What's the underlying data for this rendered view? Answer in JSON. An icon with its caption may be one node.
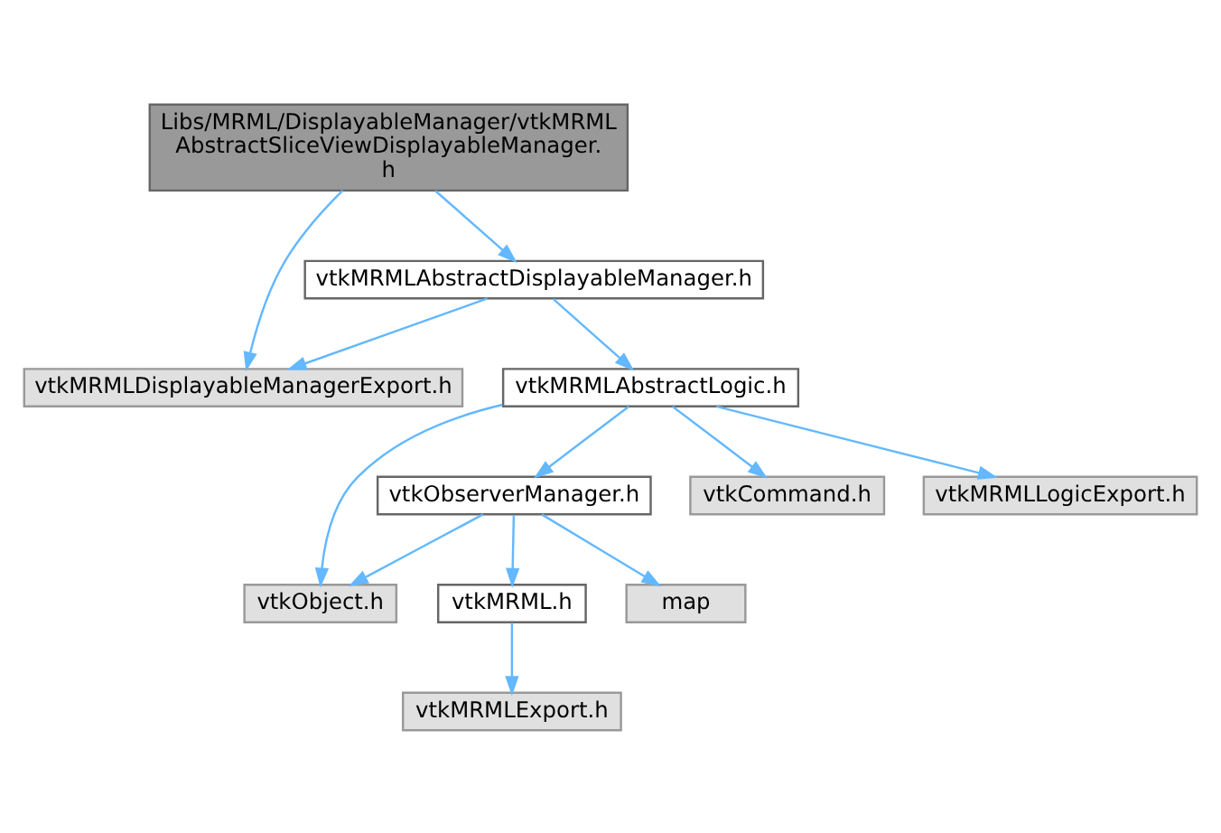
{
  "diagram": {
    "nodes": [
      {
        "text": [
          "Libs/MRML/DisplayableManager/vtkMRMLAbstractSliceViewDisplayableManager.h"
        ]
      },
      {
        "text": [
          "vtkMRMLAbstractDisplayableManager.h"
        ]
      },
      {
        "text": [
          "vtkMRMLDisplayableManagerExport.h"
        ]
      },
      {
        "text": [
          "vtkMRMLAbstractLogic.h"
        ]
      },
      {
        "text": [
          "vtkObserverManager.h"
        ]
      },
      {
        "text": [
          "vtkObject.h"
        ]
      },
      {
        "text": [
          "vtkCommand.h"
        ]
      },
      {
        "text": [
          "vtkMRMLLogicExport.h"
        ]
      },
      {
        "text": [
          "vtkMRML.h"
        ]
      },
      {
        "text": [
          "map"
        ]
      },
      {
        "text": [
          "vtkMRMLExport.h"
        ]
      }
    ],
    "edges": [
      {
        "from": 0,
        "to": 1,
        "arrow": "to"
      },
      {
        "from": 0,
        "to": 2,
        "arrow": "to"
      },
      {
        "from": 1,
        "to": 3,
        "arrow": "to"
      },
      {
        "from": 1,
        "to": 2,
        "arrow": "to"
      },
      {
        "from": 3,
        "to": 4,
        "arrow": "to"
      },
      {
        "from": 3,
        "to": 5,
        "arrow": "to"
      },
      {
        "from": 3,
        "to": 6,
        "arrow": "to"
      },
      {
        "from": 3,
        "to": 7,
        "arrow": "to"
      },
      {
        "from": 4,
        "to": 8,
        "arrow": "to"
      },
      {
        "from": 4,
        "to": 9,
        "arrow": "to"
      },
      {
        "from": 4,
        "to": 5,
        "arrow": "to"
      },
      {
        "from": 8,
        "to": 10,
        "arrow": "to"
      }
    ]
  }
}
